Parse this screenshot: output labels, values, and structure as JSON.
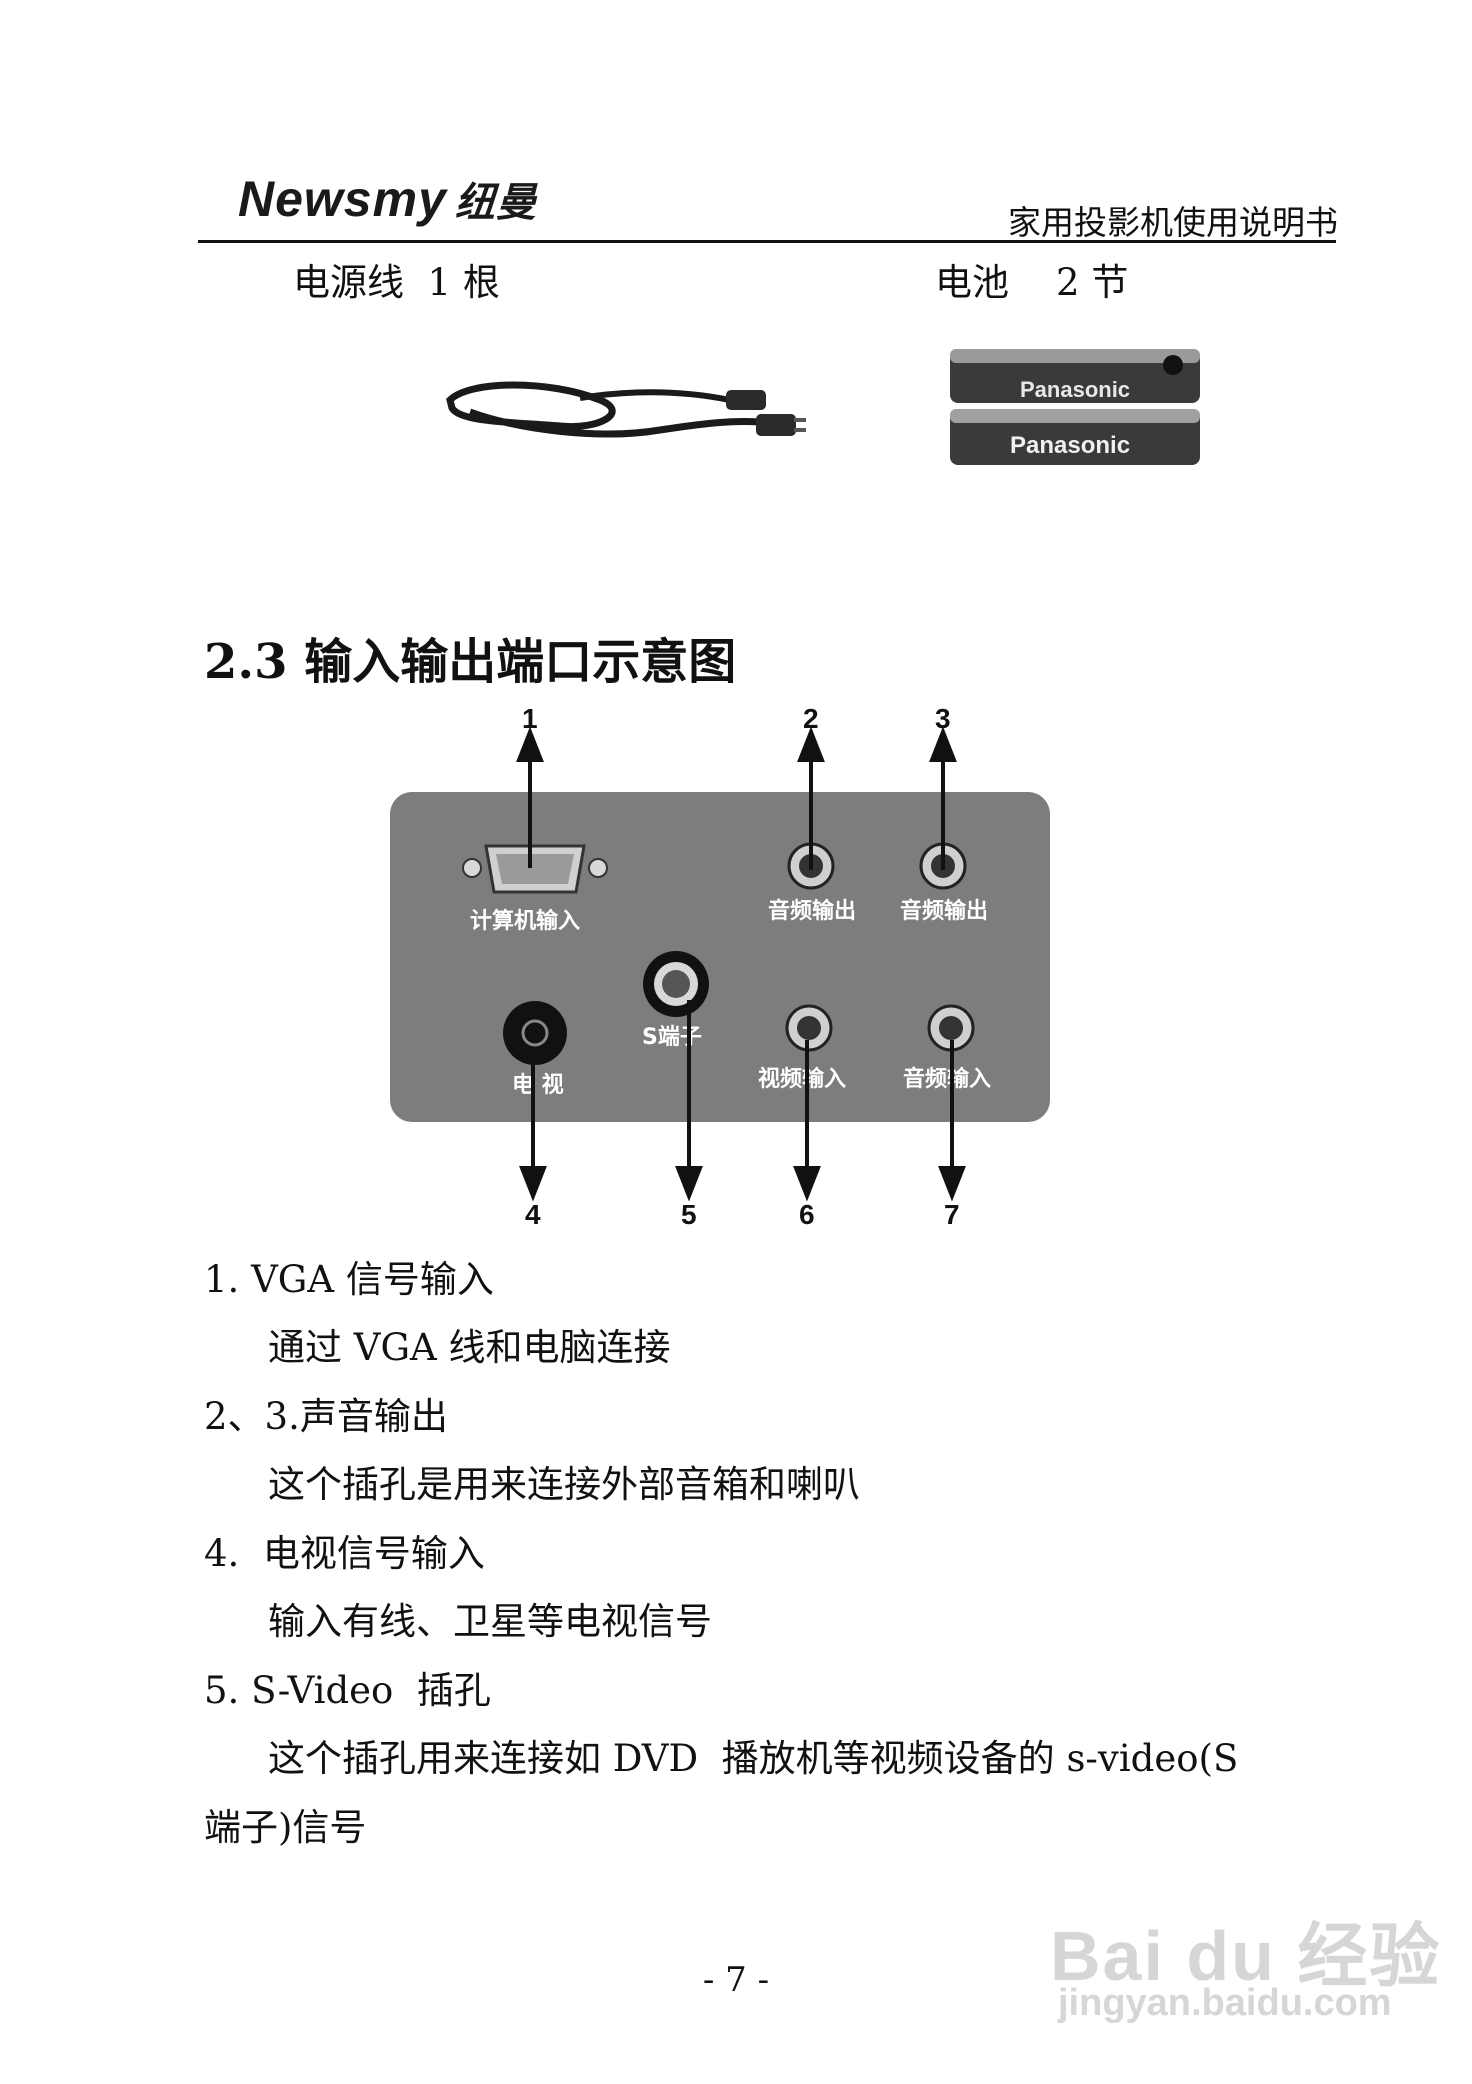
{
  "header": {
    "brand": "Newsmy",
    "brand_cn": "纽曼",
    "title": "家用投影机使用说明书"
  },
  "accessories": [
    {
      "label": "电源线  1 根",
      "icon": "power-cord"
    },
    {
      "label": "电池    2 节",
      "icon": "aaa-batteries",
      "battery_text": "Panasonic"
    }
  ],
  "section": {
    "title": "2.3 输入输出端口示意图"
  },
  "diagram": {
    "callouts": [
      "1",
      "2",
      "3",
      "4",
      "5",
      "6",
      "7"
    ],
    "ports": {
      "computer_in": "计算机输入",
      "audio_out_1": "音频输出",
      "audio_out_2": "音频输出",
      "tv": "电 视",
      "s_video": "S端子",
      "video_in": "视频输入",
      "audio_in": "音频输入"
    }
  },
  "descriptions": [
    {
      "heading": "1. VGA 信号输入",
      "body": "通过 VGA 线和电脑连接"
    },
    {
      "heading": "2、3.声音输出",
      "body": "这个插孔是用来连接外部音箱和喇叭"
    },
    {
      "heading": "4.  电视信号输入",
      "body": "输入有线、卫星等电视信号"
    },
    {
      "heading": "5. S-Video  插孔",
      "body": "这个插孔用来连接如 DVD  播放机等视频设备的 s-video(S",
      "body_cont": "端子)信号"
    }
  ],
  "page_number": "- 7 -",
  "watermark": {
    "main": "Bai du 经验",
    "sub": "jingyan.baidu.com"
  }
}
